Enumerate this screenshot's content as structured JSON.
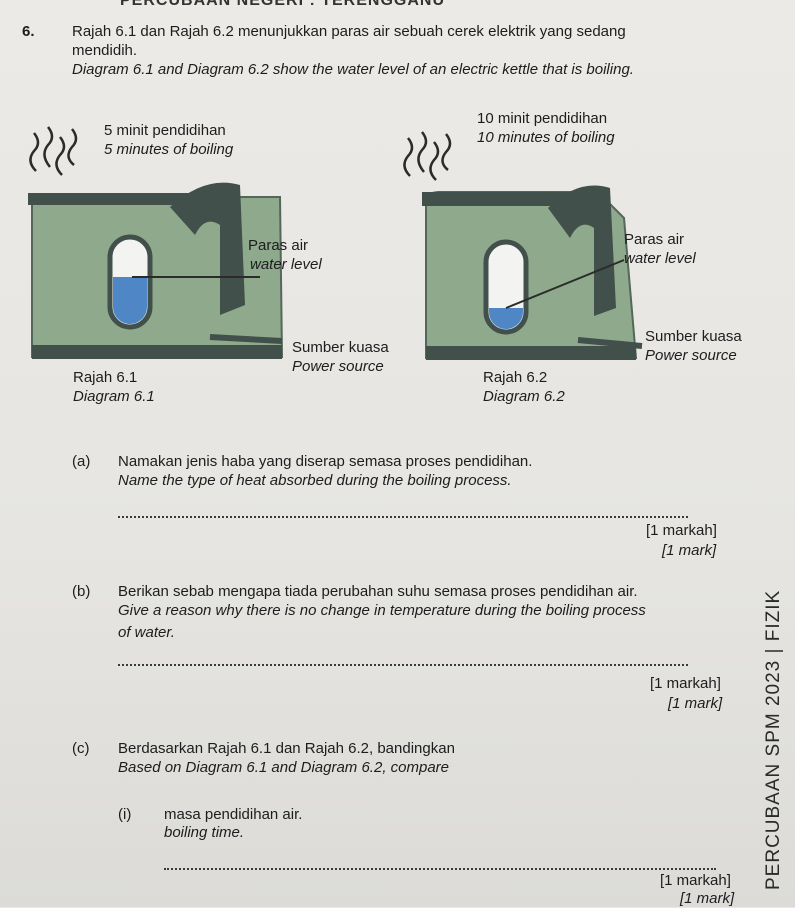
{
  "header": {
    "cut_title": "PERCUBAAN NEGERI : TERENGGANU"
  },
  "question": {
    "number": "6.",
    "intro_ms": "Rajah 6.1 dan Rajah 6.2 menunjukkan paras air sebuah cerek elektrik yang sedang",
    "intro_ms_2": "mendidih.",
    "intro_en": "Diagram 6.1 and Diagram 6.2 show the water level of an electric kettle that is boiling."
  },
  "diagram1": {
    "time_ms": "5 minit pendidihan",
    "time_en": "5 minutes of boiling",
    "water_ms": "Paras air",
    "water_en": "water level",
    "power_ms": "Sumber kuasa",
    "power_en": "Power source",
    "caption_ms": "Rajah 6.1",
    "caption_en": "Diagram 6.1"
  },
  "diagram2": {
    "time_ms": "10 minit pendidihan",
    "time_en": "10 minutes of boiling",
    "water_ms": "Paras air",
    "water_en": "water level",
    "power_ms": "Sumber kuasa",
    "power_en": "Power source",
    "caption_ms": "Rajah 6.2",
    "caption_en": "Diagram 6.2"
  },
  "part_a": {
    "label": "(a)",
    "ms": "Namakan jenis haba yang diserap semasa proses pendidihan.",
    "en": "Name the type of heat absorbed during the boiling process.",
    "mark_ms": "[1 markah]",
    "mark_en": "[1 mark]"
  },
  "part_b": {
    "label": "(b)",
    "ms": "Berikan sebab mengapa tiada perubahan suhu semasa proses pendidihan air.",
    "en": "Give a reason why there is no change in temperature during the boiling process",
    "en_2": "of water.",
    "mark_ms": "[1 markah]",
    "mark_en": "[1 mark]"
  },
  "part_c": {
    "label": "(c)",
    "ms": "Berdasarkan Rajah 6.1 dan Rajah 6.2, bandingkan",
    "en": "Based on Diagram 6.1 and Diagram 6.2, compare",
    "sub_i": {
      "label": "(i)",
      "ms": "masa pendidihan air.",
      "en": "boiling time.",
      "mark_ms": "[1 markah]",
      "mark_en": "[1 mark]"
    }
  },
  "side_banner": "PERCUBAAN SPM 2023 | FIZIK",
  "colors": {
    "kettle_body": "#8fa98c",
    "kettle_dark": "#41504a",
    "water": "#4f86c6",
    "steam": "#2b2b2b"
  }
}
